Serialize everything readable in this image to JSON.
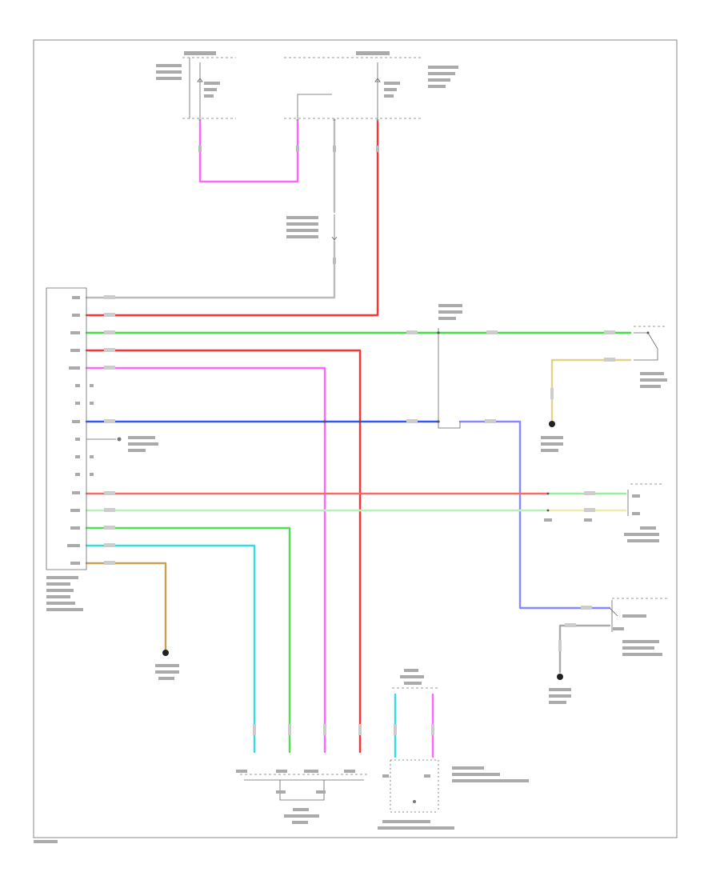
{
  "diagram": {
    "page_label": "",
    "colors": {
      "pink": "#ff66ff",
      "red": "#ff3333",
      "green": "#33cc33",
      "light_green": "#99ee99",
      "blue": "#3333ff",
      "lavender": "#8888ff",
      "cyan": "#33dddd",
      "tan": "#c8a050",
      "yellow_pale": "#e8e8a0",
      "gray": "#999999",
      "frame": "#888888"
    },
    "components": [
      {
        "id": "fuse-block-left",
        "label": ""
      },
      {
        "id": "fuse-block-right",
        "label": ""
      },
      {
        "id": "ecm-connector",
        "label": ""
      },
      {
        "id": "relay-junction",
        "label": ""
      },
      {
        "id": "clutch-switch",
        "label": ""
      },
      {
        "id": "stop-lamp-switch",
        "label": ""
      },
      {
        "id": "selector-switch",
        "label": ""
      },
      {
        "id": "ground-left",
        "label": ""
      },
      {
        "id": "ground-right-top",
        "label": ""
      },
      {
        "id": "ground-right-bottom",
        "label": ""
      },
      {
        "id": "transmission-connector",
        "label": ""
      },
      {
        "id": "shift-lock-solenoid",
        "label": ""
      }
    ]
  }
}
